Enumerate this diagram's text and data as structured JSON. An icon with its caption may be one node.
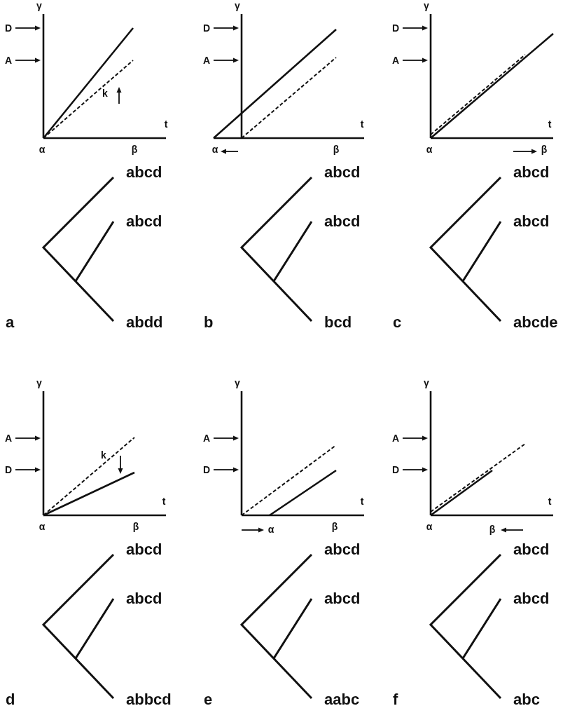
{
  "diagram": {
    "labels": [
      "γ",
      "D",
      "A",
      "k",
      "t",
      "α",
      "β",
      "abcd",
      "abcd",
      "abdd",
      "a",
      "γ",
      "D",
      "A",
      "t",
      "α",
      "β",
      "abcd",
      "abcd",
      "bcd",
      "b",
      "γ",
      "D",
      "A",
      "t",
      "α",
      "β",
      "abcd",
      "abcd",
      "abcde",
      "c",
      "γ",
      "A",
      "k",
      "D",
      "t",
      "α",
      "β",
      "abcd",
      "abcd",
      "abbcd",
      "d",
      "γ",
      "A",
      "D",
      "t",
      "α",
      "β",
      "abcd",
      "abcd",
      "aabc",
      "e",
      "γ",
      "A",
      "D",
      "t",
      "α",
      "β",
      "abcd",
      "abcd",
      "abc",
      "f"
    ]
  }
}
